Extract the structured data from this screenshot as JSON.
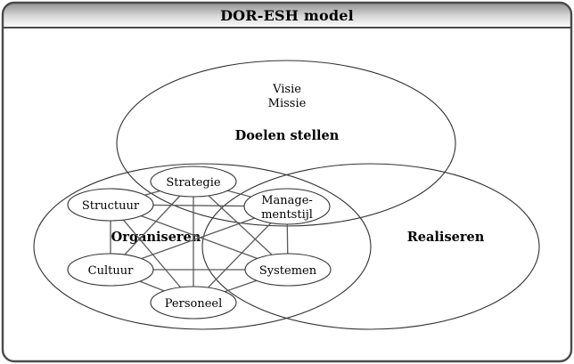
{
  "window": {
    "title": "DOR-ESH model"
  },
  "diagram": {
    "top_region": {
      "sub_line1": "Visie",
      "sub_line2": "Missie",
      "label": "Doelen stellen"
    },
    "left_region": {
      "label": "Organiseren"
    },
    "right_region": {
      "label": "Realiseren"
    },
    "nodes": {
      "strategie": {
        "label": "Strategie"
      },
      "structuur": {
        "label": "Structuur"
      },
      "managementstijl": {
        "label_line1": "Manage-",
        "label_line2": "mentstijl"
      },
      "cultuur": {
        "label": "Cultuur"
      },
      "systemen": {
        "label": "Systemen"
      },
      "personeel": {
        "label": "Personeel"
      }
    },
    "edges": [
      [
        "strategie",
        "structuur"
      ],
      [
        "strategie",
        "managementstijl"
      ],
      [
        "strategie",
        "cultuur"
      ],
      [
        "strategie",
        "systemen"
      ],
      [
        "strategie",
        "personeel"
      ],
      [
        "structuur",
        "managementstijl"
      ],
      [
        "structuur",
        "cultuur"
      ],
      [
        "structuur",
        "systemen"
      ],
      [
        "structuur",
        "personeel"
      ],
      [
        "managementstijl",
        "cultuur"
      ],
      [
        "managementstijl",
        "systemen"
      ],
      [
        "managementstijl",
        "personeel"
      ],
      [
        "cultuur",
        "systemen"
      ],
      [
        "cultuur",
        "personeel"
      ],
      [
        "systemen",
        "personeel"
      ]
    ]
  },
  "colors": {
    "window_border": "#4a4a4a",
    "titlebar_gradient_top": "#8f8f8f",
    "titlebar_gradient_bottom": "#ffffff",
    "ellipse_stroke": "#333333",
    "connector": "#5a5a5a",
    "text": "#000000"
  }
}
